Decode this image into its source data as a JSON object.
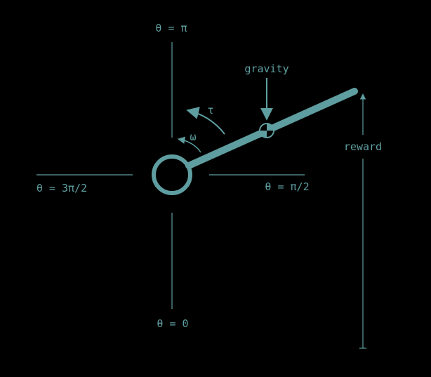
{
  "colors": {
    "background": "#000000",
    "accent": "#5f9ea0"
  },
  "labels": {
    "theta_top": "θ = π",
    "theta_left": "θ = 3π/2",
    "theta_right": "θ = π/2",
    "theta_bottom": "θ = 0",
    "gravity": "gravity",
    "torque": "τ",
    "angular_velocity": "ω",
    "reward": "reward"
  },
  "icons": {
    "pivot": "pivot-ring-icon",
    "center_of_mass": "center-of-mass-icon"
  }
}
